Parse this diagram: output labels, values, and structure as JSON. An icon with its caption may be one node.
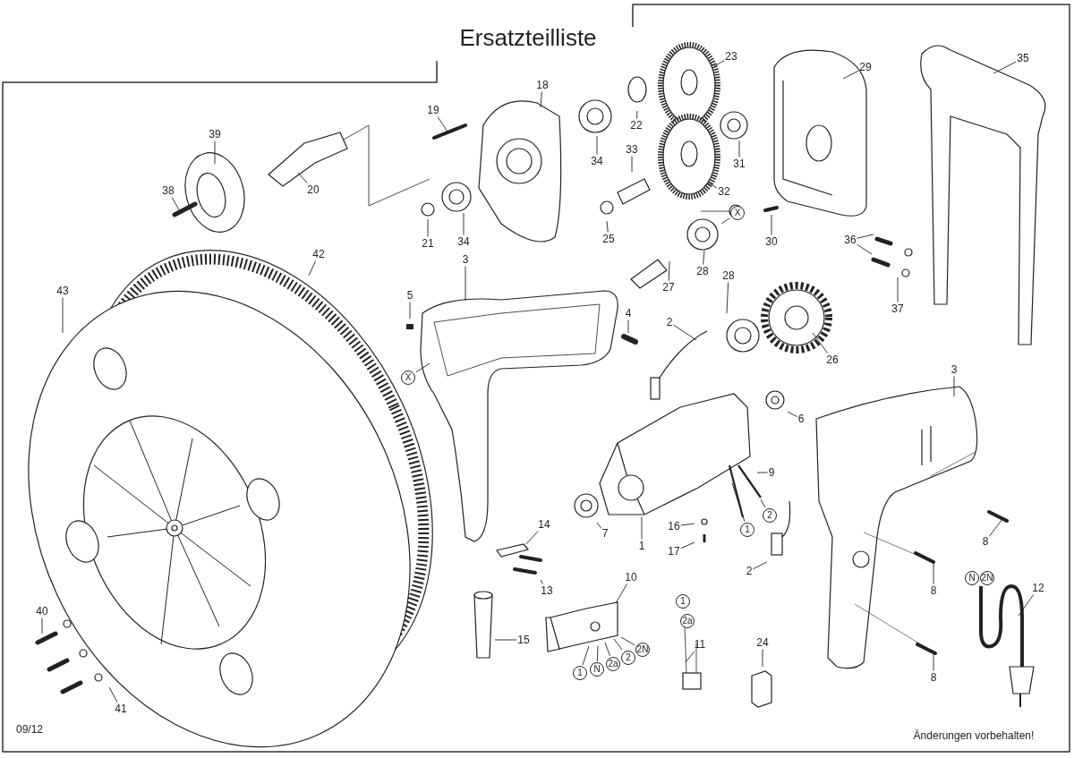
{
  "diagram": {
    "title": "Ersatzteilliste",
    "nodes": [
      {
        "text": [
          "39"
        ]
      },
      {
        "text": [
          "38"
        ]
      },
      {
        "text": [
          "20"
        ]
      },
      {
        "text": [
          "19"
        ]
      },
      {
        "text": [
          "18"
        ]
      },
      {
        "text": [
          "34"
        ]
      },
      {
        "text": [
          "22"
        ]
      },
      {
        "text": [
          "23"
        ]
      },
      {
        "text": [
          "29"
        ]
      },
      {
        "text": [
          "35"
        ]
      },
      {
        "text": [
          "21"
        ]
      },
      {
        "text": [
          "34"
        ]
      },
      {
        "text": [
          "33"
        ]
      },
      {
        "text": [
          "32"
        ]
      },
      {
        "text": [
          "31"
        ]
      },
      {
        "text": [
          "25"
        ]
      },
      {
        "text": [
          "X"
        ]
      },
      {
        "text": [
          "30"
        ]
      },
      {
        "text": [
          "36"
        ]
      },
      {
        "text": [
          "28"
        ]
      },
      {
        "text": [
          "27"
        ]
      },
      {
        "text": [
          "28"
        ]
      },
      {
        "text": [
          "42"
        ]
      },
      {
        "text": [
          "43"
        ]
      },
      {
        "text": [
          "3"
        ]
      },
      {
        "text": [
          "5"
        ]
      },
      {
        "text": [
          "37"
        ]
      },
      {
        "text": [
          "4"
        ]
      },
      {
        "text": [
          "2"
        ]
      },
      {
        "text": [
          "26"
        ]
      },
      {
        "text": [
          "X"
        ]
      },
      {
        "text": [
          "3"
        ]
      },
      {
        "text": [
          "6"
        ]
      },
      {
        "text": [
          "9"
        ]
      },
      {
        "text": [
          "2"
        ]
      },
      {
        "text": [
          "1"
        ]
      },
      {
        "text": [
          "7"
        ]
      },
      {
        "text": [
          "1"
        ]
      },
      {
        "text": [
          "16"
        ]
      },
      {
        "text": [
          "17"
        ]
      },
      {
        "text": [
          "14"
        ]
      },
      {
        "text": [
          "8"
        ]
      },
      {
        "text": [
          "2"
        ]
      },
      {
        "text": [
          "13"
        ]
      },
      {
        "text": [
          "10"
        ]
      },
      {
        "text": [
          "8"
        ]
      },
      {
        "text": [
          "12"
        ]
      },
      {
        "text": [
          "15"
        ]
      },
      {
        "text": [
          "1"
        ]
      },
      {
        "text": [
          "N"
        ]
      },
      {
        "text": [
          "2a"
        ]
      },
      {
        "text": [
          "2"
        ]
      },
      {
        "text": [
          "2N"
        ]
      },
      {
        "text": [
          "11"
        ]
      },
      {
        "text": [
          "24"
        ]
      },
      {
        "text": [
          "8"
        ]
      },
      {
        "text": [
          "40"
        ]
      },
      {
        "text": [
          "41"
        ]
      },
      {
        "text": [
          "1"
        ]
      },
      {
        "text": [
          "2a"
        ]
      },
      {
        "text": [
          "N"
        ]
      },
      {
        "text": [
          "2N"
        ]
      }
    ],
    "edges": [
      {
        "from": 0,
        "to": null,
        "arrow": "none"
      },
      {
        "from": 1,
        "to": null,
        "arrow": "none"
      },
      {
        "from": 2,
        "to": null,
        "arrow": "none"
      },
      {
        "from": 3,
        "to": null,
        "arrow": "none"
      },
      {
        "from": 4,
        "to": null,
        "arrow": "none"
      },
      {
        "from": 5,
        "to": null,
        "arrow": "none"
      },
      {
        "from": 6,
        "to": null,
        "arrow": "none"
      },
      {
        "from": 7,
        "to": null,
        "arrow": "none"
      },
      {
        "from": 8,
        "to": null,
        "arrow": "none"
      },
      {
        "from": 9,
        "to": null,
        "arrow": "none"
      },
      {
        "from": 10,
        "to": null,
        "arrow": "none"
      },
      {
        "from": 11,
        "to": null,
        "arrow": "none"
      },
      {
        "from": 12,
        "to": null,
        "arrow": "none"
      },
      {
        "from": 13,
        "to": null,
        "arrow": "none"
      },
      {
        "from": 14,
        "to": null,
        "arrow": "none"
      },
      {
        "from": 15,
        "to": null,
        "arrow": "none"
      },
      {
        "from": 16,
        "to": null,
        "arrow": "none"
      },
      {
        "from": 17,
        "to": null,
        "arrow": "none"
      },
      {
        "from": 18,
        "to": null,
        "arrow": "none"
      },
      {
        "from": 18,
        "to": null,
        "arrow": "none"
      },
      {
        "from": 19,
        "to": null,
        "arrow": "none"
      },
      {
        "from": 20,
        "to": null,
        "arrow": "none"
      },
      {
        "from": 21,
        "to": null,
        "arrow": "none"
      },
      {
        "from": 22,
        "to": null,
        "arrow": "none"
      },
      {
        "from": 23,
        "to": null,
        "arrow": "none"
      },
      {
        "from": 24,
        "to": null,
        "arrow": "none"
      },
      {
        "from": 25,
        "to": null,
        "arrow": "none"
      },
      {
        "from": 26,
        "to": null,
        "arrow": "none"
      },
      {
        "from": 27,
        "to": null,
        "arrow": "none"
      },
      {
        "from": 28,
        "to": null,
        "arrow": "none"
      },
      {
        "from": 29,
        "to": null,
        "arrow": "none"
      },
      {
        "from": 30,
        "to": null,
        "arrow": "none"
      },
      {
        "from": 31,
        "to": null,
        "arrow": "none"
      },
      {
        "from": 32,
        "to": null,
        "arrow": "none"
      },
      {
        "from": 33,
        "to": null,
        "arrow": "none"
      },
      {
        "from": 34,
        "to": null,
        "arrow": "none"
      },
      {
        "from": 35,
        "to": null,
        "arrow": "none"
      },
      {
        "from": 36,
        "to": null,
        "arrow": "none"
      },
      {
        "from": 37,
        "to": null,
        "arrow": "none"
      },
      {
        "from": 38,
        "to": null,
        "arrow": "none"
      },
      {
        "from": 39,
        "to": null,
        "arrow": "none"
      },
      {
        "from": 40,
        "to": null,
        "arrow": "none"
      },
      {
        "from": 41,
        "to": null,
        "arrow": "none"
      },
      {
        "from": 42,
        "to": null,
        "arrow": "none"
      },
      {
        "from": 43,
        "to": null,
        "arrow": "none"
      },
      {
        "from": 44,
        "to": null,
        "arrow": "none"
      },
      {
        "from": 45,
        "to": null,
        "arrow": "none"
      },
      {
        "from": 46,
        "to": null,
        "arrow": "none"
      },
      {
        "from": 47,
        "to": null,
        "arrow": "none"
      },
      {
        "from": 48,
        "to": null,
        "arrow": "none"
      },
      {
        "from": 49,
        "to": null,
        "arrow": "none"
      },
      {
        "from": 50,
        "to": null,
        "arrow": "none"
      },
      {
        "from": 51,
        "to": null,
        "arrow": "none"
      },
      {
        "from": 52,
        "to": null,
        "arrow": "none"
      },
      {
        "from": 53,
        "to": null,
        "arrow": "none"
      },
      {
        "from": 54,
        "to": null,
        "arrow": "none"
      },
      {
        "from": 55,
        "to": null,
        "arrow": "none"
      },
      {
        "from": 56,
        "to": null,
        "arrow": "none"
      },
      {
        "from": 57,
        "to": null,
        "arrow": "none"
      }
    ],
    "labels": [
      "09/12",
      "Änderungen vorbehalten!"
    ]
  }
}
